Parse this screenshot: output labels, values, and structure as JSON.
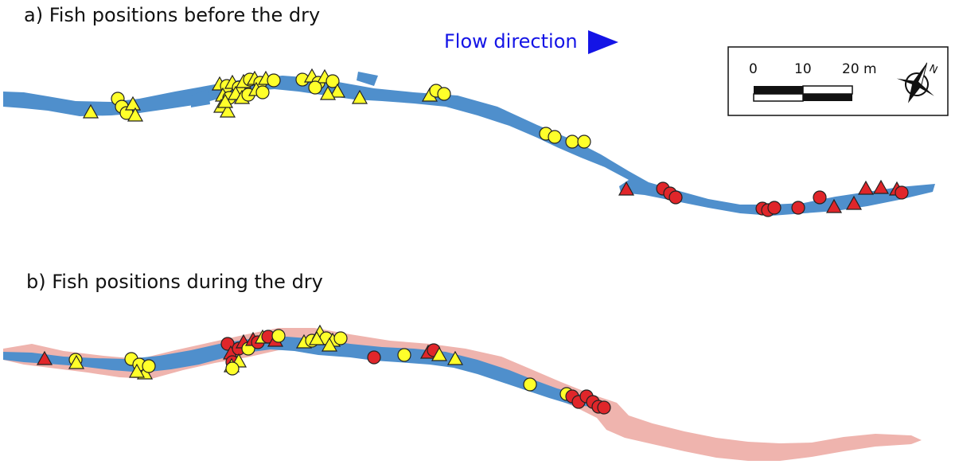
{
  "panels": {
    "a": {
      "title": "a) Fish positions before the dry"
    },
    "b": {
      "title": "b) Fish positions during the dry"
    }
  },
  "flow": {
    "label": "Flow direction",
    "color": "#1414e6"
  },
  "scale_bar": {
    "labels": [
      "0",
      "10",
      "20 m"
    ]
  },
  "north_arrow": {
    "label": "N",
    "icon": "north-arrow-icon"
  },
  "colors": {
    "water": "#4f8fcc",
    "dry_channel": "#efb4ae",
    "fish_yellow": "#ffff2a",
    "fish_red": "#e0262a",
    "marker_outline": "#222222"
  },
  "markers": {
    "symbols": [
      "circle",
      "triangle"
    ],
    "marker_colors": [
      "yellow",
      "red"
    ]
  }
}
